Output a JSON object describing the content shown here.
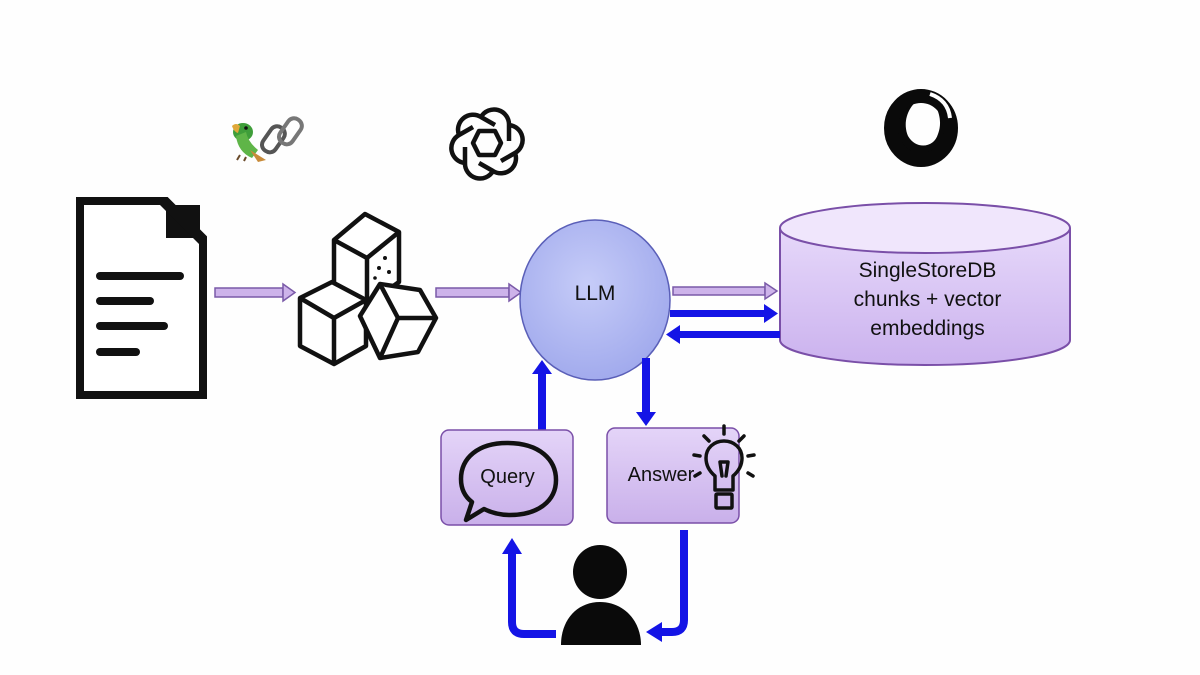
{
  "llm": {
    "label": "LLM"
  },
  "database": {
    "line1": "SingleStoreDB",
    "line2": "chunks + vector",
    "line3": "embeddings"
  },
  "query": {
    "label": "Query"
  },
  "answer": {
    "label": "Answer"
  },
  "icons": {
    "document": "document-icon",
    "chunks": "cubes-icon",
    "langchain": "langchain-logo",
    "openai": "openai-logo",
    "singlestore": "singlestore-logo",
    "user": "user-icon",
    "chat": "chat-bubble-icon",
    "lightbulb": "lightbulb-icon"
  },
  "colors": {
    "flow_arrow": "#1414e6",
    "pipeline_arrow": "#c9b0e6",
    "box_fill": "#d9c6f2",
    "llm_fill": "#b8bff2",
    "db_fill": "#dcc9f5"
  }
}
